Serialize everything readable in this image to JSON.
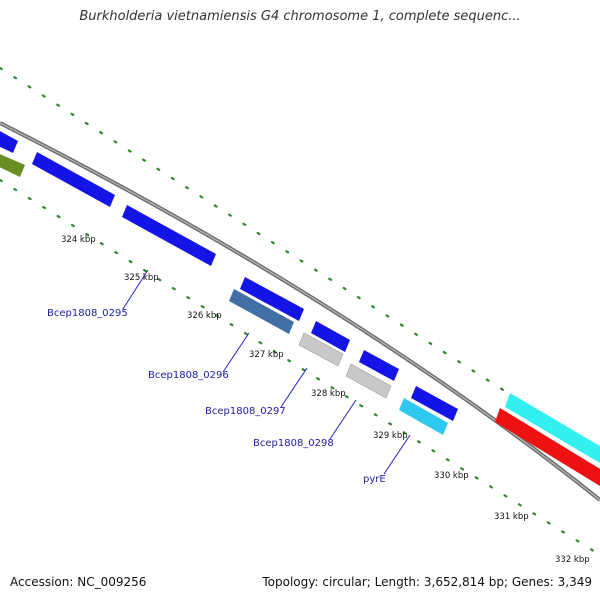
{
  "title": "Burkholderia vietnamiensis G4 chromosome 1, complete sequenc...",
  "footer": {
    "accession": "Accession: NC_009256",
    "summary": "Topology: circular; Length: 3,652,814 bp; Genes: 3,349"
  },
  "scale_labels": [
    "324 kbp",
    "325 kbp",
    "326 kbp",
    "327 kbp",
    "328 kbp",
    "329 kbp",
    "330 kbp",
    "331 kbp",
    "332 kbp"
  ],
  "gene_labels": [
    "Bcep1808_0295",
    "Bcep1808_0296",
    "Bcep1808_0297",
    "Bcep1808_0298",
    "pyrE"
  ],
  "colors": {
    "backbone": "#8c8c8c",
    "forward_cds": "#1414e6",
    "dark_blue_cds": "#3f6fa5",
    "grey_cds": "#c8c8c8",
    "cyan_cds": "#2ec8f0",
    "bright_cyan_cds": "#33f0f0",
    "red_cds": "#ee1111",
    "olive_cds": "#6b8e23",
    "tick": "#2a8a2a"
  }
}
